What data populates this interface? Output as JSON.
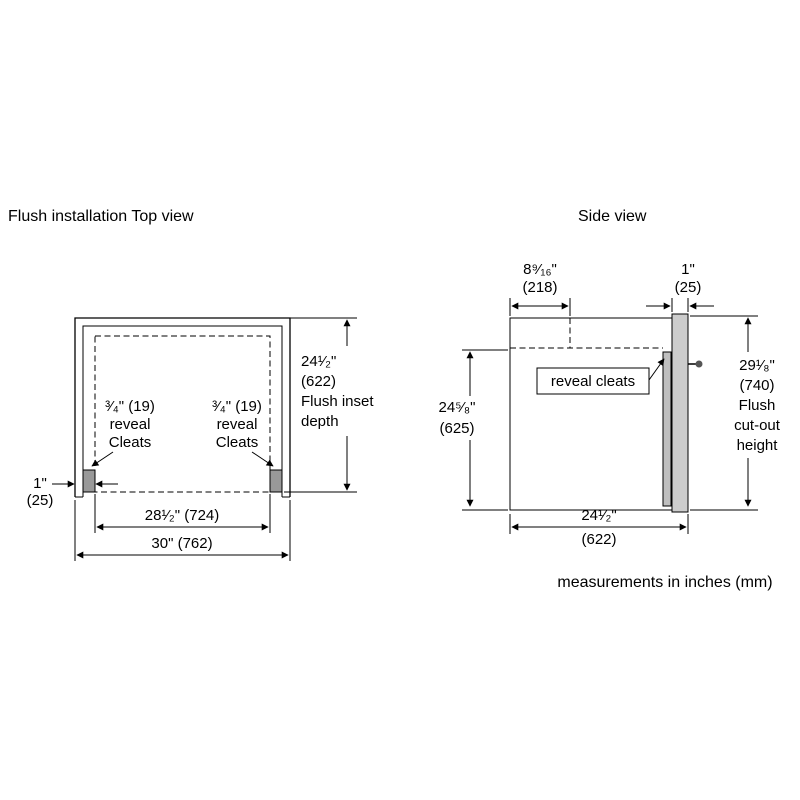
{
  "colors": {
    "ink": "#000000",
    "cleat_fill": "#999999",
    "door_fill": "#cccccc",
    "strip_fill": "#bfbfbf",
    "knob_fill": "#555555"
  },
  "footer": "measurements in inches (mm)",
  "top_view": {
    "title": "Flush installation Top view",
    "inset_depth": {
      "value": "24¹⁄₂\"",
      "mm": "(622)",
      "caption1": "Flush inset",
      "caption2": "depth"
    },
    "left_cleat_label": {
      "value": "³⁄₄\" (19)",
      "caption1": "reveal",
      "caption2": "Cleats"
    },
    "right_cleat_label": {
      "value": "³⁄₄\" (19)",
      "caption1": "reveal",
      "caption2": "Cleats"
    },
    "wall_dim": {
      "value": "1\"",
      "mm": "(25)"
    },
    "inner_width": "28¹⁄₂\" (724)",
    "outer_width": "30\" (762)"
  },
  "side_view": {
    "title": "Side view",
    "top_inset_dim": {
      "value": "8⁹⁄₁₆\"",
      "mm": "(218)"
    },
    "door_dim": {
      "value": "1\"",
      "mm": "(25)"
    },
    "reveal_cleats_label": "reveal cleats",
    "interior_height_dim": {
      "value": "24⁵⁄₈\"",
      "mm": "(625)"
    },
    "cutout_height_dim": {
      "value": "29¹⁄₈\"",
      "mm": "(740)",
      "caption1": "Flush",
      "caption2": "cut-out",
      "caption3": "height"
    },
    "depth_dim": {
      "value": "24¹⁄₂\"",
      "mm": "(622)"
    }
  }
}
